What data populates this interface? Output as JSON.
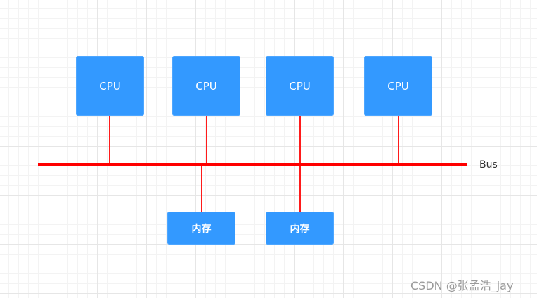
{
  "diagram": {
    "cpus": [
      {
        "label": "CPU"
      },
      {
        "label": "CPU"
      },
      {
        "label": "CPU"
      },
      {
        "label": "CPU"
      }
    ],
    "memory": [
      {
        "label": "内存"
      },
      {
        "label": "内存"
      }
    ],
    "bus_label": "Bus"
  },
  "watermark": "CSDN @张孟浩_jay",
  "colors": {
    "box_fill": "#3399ff",
    "bus": "#ff0000",
    "connector": "#ff1a1a"
  }
}
